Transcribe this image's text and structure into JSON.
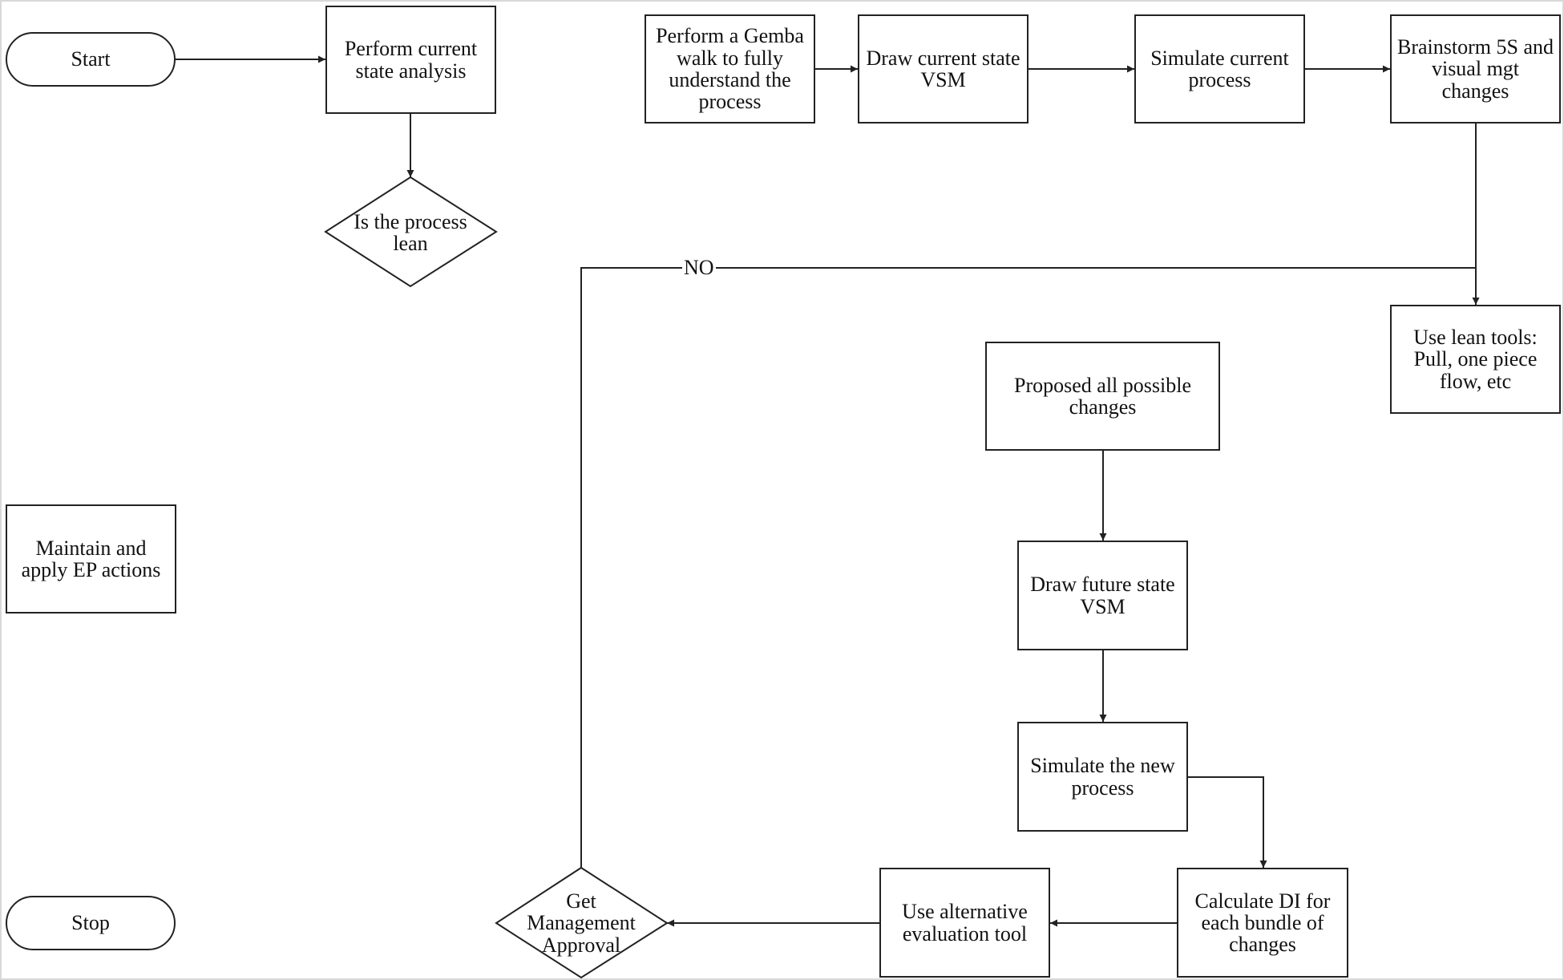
{
  "nodes": {
    "start": "Start",
    "current_state_analysis": "Perform current\nstate analysis",
    "is_lean": "Is the process\nlean",
    "gemba_walk": "Perform a Gemba\nwalk to fully\nunderstand the\nprocess",
    "draw_current_vsm": "Draw current state\nVSM",
    "simulate_current": "Simulate current\nprocess",
    "brainstorm_5s": "Brainstorm 5S and\nvisual mgt\nchanges",
    "lean_tools": "Use lean tools:\nPull, one piece\nflow, etc",
    "proposed_changes": "Proposed all possible\nchanges",
    "draw_future_vsm": "Draw future state\nVSM",
    "simulate_new": "Simulate the new\nprocess",
    "calculate_di": "Calculate DI for\neach bundle of\nchanges",
    "alt_evaluation": "Use alternative\nevaluation tool",
    "mgmt_approval": "Get\nManagement\nApproval",
    "maintain_ep": "Maintain and\napply EP actions",
    "stop": "Stop"
  },
  "edge_labels": {
    "no": "NO"
  }
}
